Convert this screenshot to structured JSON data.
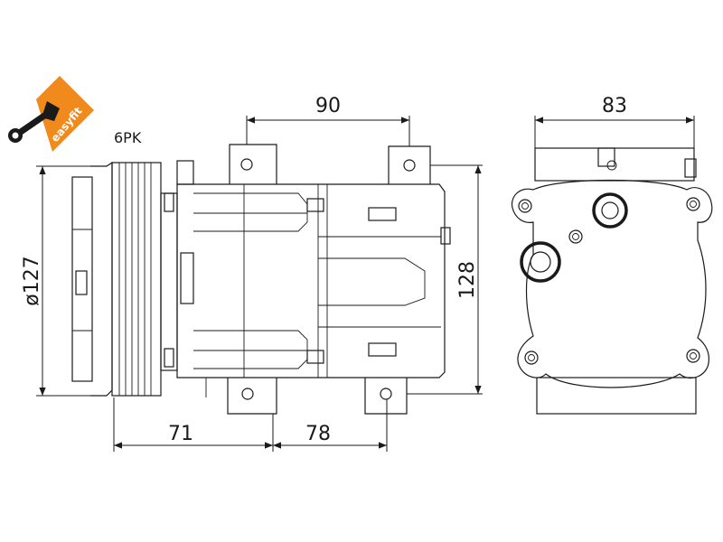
{
  "logo": {
    "text": "easyfit",
    "color": "#f08a1c",
    "icon": "wrench-icon"
  },
  "belt_label": "6PK",
  "dimensions": {
    "top_width": "90",
    "side_width": "83",
    "pulley_diameter": "ø127",
    "height": "128",
    "pulley_offset": "71",
    "body_length": "78"
  },
  "colors": {
    "line": "#1a1a1a",
    "logo": "#f08a1c"
  }
}
